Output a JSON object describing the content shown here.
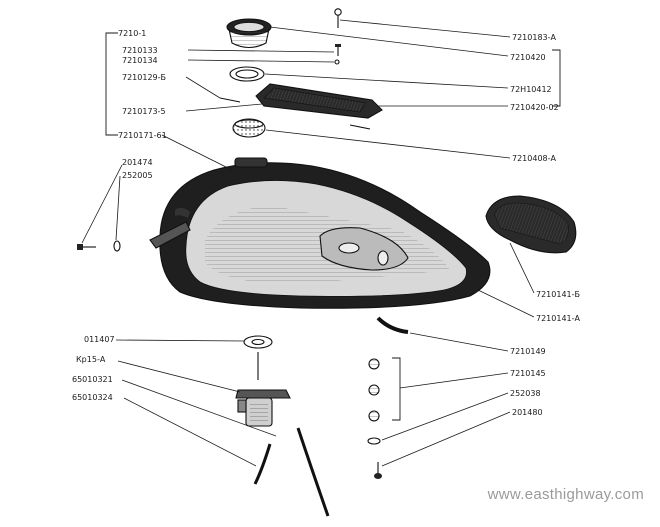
{
  "labels_left": [
    {
      "id": "l-7210-1",
      "text": "7210-1"
    },
    {
      "id": "l-7210133",
      "text": "7210133"
    },
    {
      "id": "l-7210134",
      "text": "7210134"
    },
    {
      "id": "l-7210129-b",
      "text": "7210129-Б"
    },
    {
      "id": "l-7210173-5",
      "text": "7210173-5"
    },
    {
      "id": "l-7210171-61",
      "text": "7210171-61"
    },
    {
      "id": "l-201474",
      "text": "201474"
    },
    {
      "id": "l-252005",
      "text": "252005"
    },
    {
      "id": "l-011407",
      "text": "011407"
    },
    {
      "id": "l-kr15-a",
      "text": "Кр15-А"
    },
    {
      "id": "l-65010321",
      "text": "65010321"
    },
    {
      "id": "l-65010324",
      "text": "65010324"
    }
  ],
  "labels_right": [
    {
      "id": "r-7210183-a",
      "text": "7210183-А"
    },
    {
      "id": "r-7210420",
      "text": "7210420"
    },
    {
      "id": "r-7210412",
      "text": "72Н10412"
    },
    {
      "id": "r-7210420-02",
      "text": "7210420-02"
    },
    {
      "id": "r-7210408-a",
      "text": "7210408-А"
    },
    {
      "id": "r-7210141-b",
      "text": "7210141-Б"
    },
    {
      "id": "r-7210141-a",
      "text": "7210141-А"
    },
    {
      "id": "r-7210149",
      "text": "7210149"
    },
    {
      "id": "r-7210145",
      "text": "7210145"
    },
    {
      "id": "r-252038",
      "text": "252038"
    },
    {
      "id": "r-201480",
      "text": "201480"
    }
  ],
  "watermark": "www.easthighway.com",
  "colors": {
    "ink": "#111111",
    "paper": "#ffffff",
    "watermark": "#9a9a9a"
  }
}
